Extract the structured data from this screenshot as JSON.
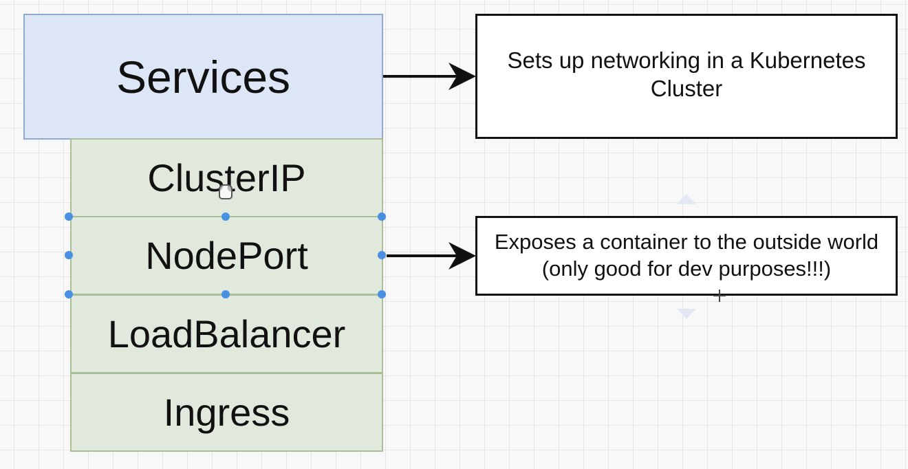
{
  "diagram": {
    "main_node": {
      "label": "Services"
    },
    "service_types": [
      {
        "label": "ClusterIP"
      },
      {
        "label": "NodePort"
      },
      {
        "label": "LoadBalancer"
      },
      {
        "label": "Ingress"
      }
    ],
    "descriptions": {
      "services": "Sets up networking in a Kubernetes Cluster",
      "nodeport": "Exposes a container to the outside world (only good for dev purposes!!!)"
    }
  },
  "colors": {
    "services_fill": "#dce6f6",
    "services_border": "#8fa9cf",
    "types_fill": "#e1e8dc",
    "types_border": "#a8bf98",
    "selection_handle": "#4a90e2",
    "arrow": "#111111"
  },
  "icons": {
    "cursor": "hand-pointer-icon",
    "move": "move-crosshair-icon",
    "resize_up": "arrow-up-icon",
    "resize_down": "arrow-down-icon"
  }
}
